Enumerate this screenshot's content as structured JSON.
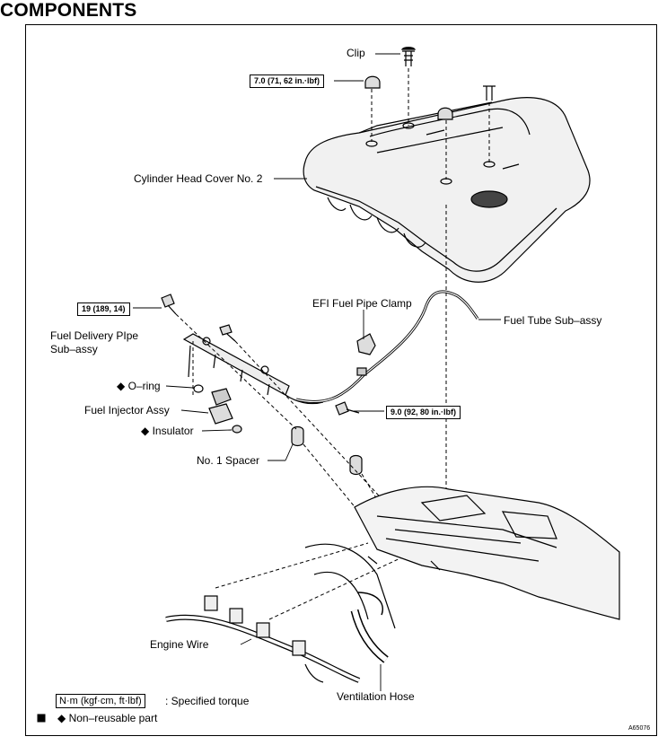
{
  "header": {
    "title": "COMPONENTS"
  },
  "labels": {
    "clip": "Clip",
    "torque_cover": "7.0 (71, 62 in.·lbf)",
    "cylinder_head_cover": "Cylinder Head Cover No. 2",
    "efi_clamp": "EFI Fuel Pipe Clamp",
    "fuel_tube": "Fuel Tube Sub–assy",
    "torque_delivery": "19 (189, 14)",
    "fuel_delivery_line1": "Fuel Delivery PIpe",
    "fuel_delivery_line2": "Sub–assy",
    "o_ring": "◆ O–ring",
    "fuel_injector": "Fuel Injector Assy",
    "insulator": "◆ Insulator",
    "torque_bolt": "9.0 (92, 80 in.·lbf)",
    "spacer": "No. 1 Spacer",
    "engine_wire": "Engine Wire",
    "ventilation_hose": "Ventilation Hose"
  },
  "legend": {
    "unit_box": "N·m (kgf·cm, ft·lbf)",
    "unit_desc": ": Specified torque",
    "nonreusable": "◆ Non–reusable part"
  },
  "figure_code": "A65076",
  "colors": {
    "ink": "#000000",
    "fill": "#e8e8e8",
    "paper": "#ffffff"
  }
}
